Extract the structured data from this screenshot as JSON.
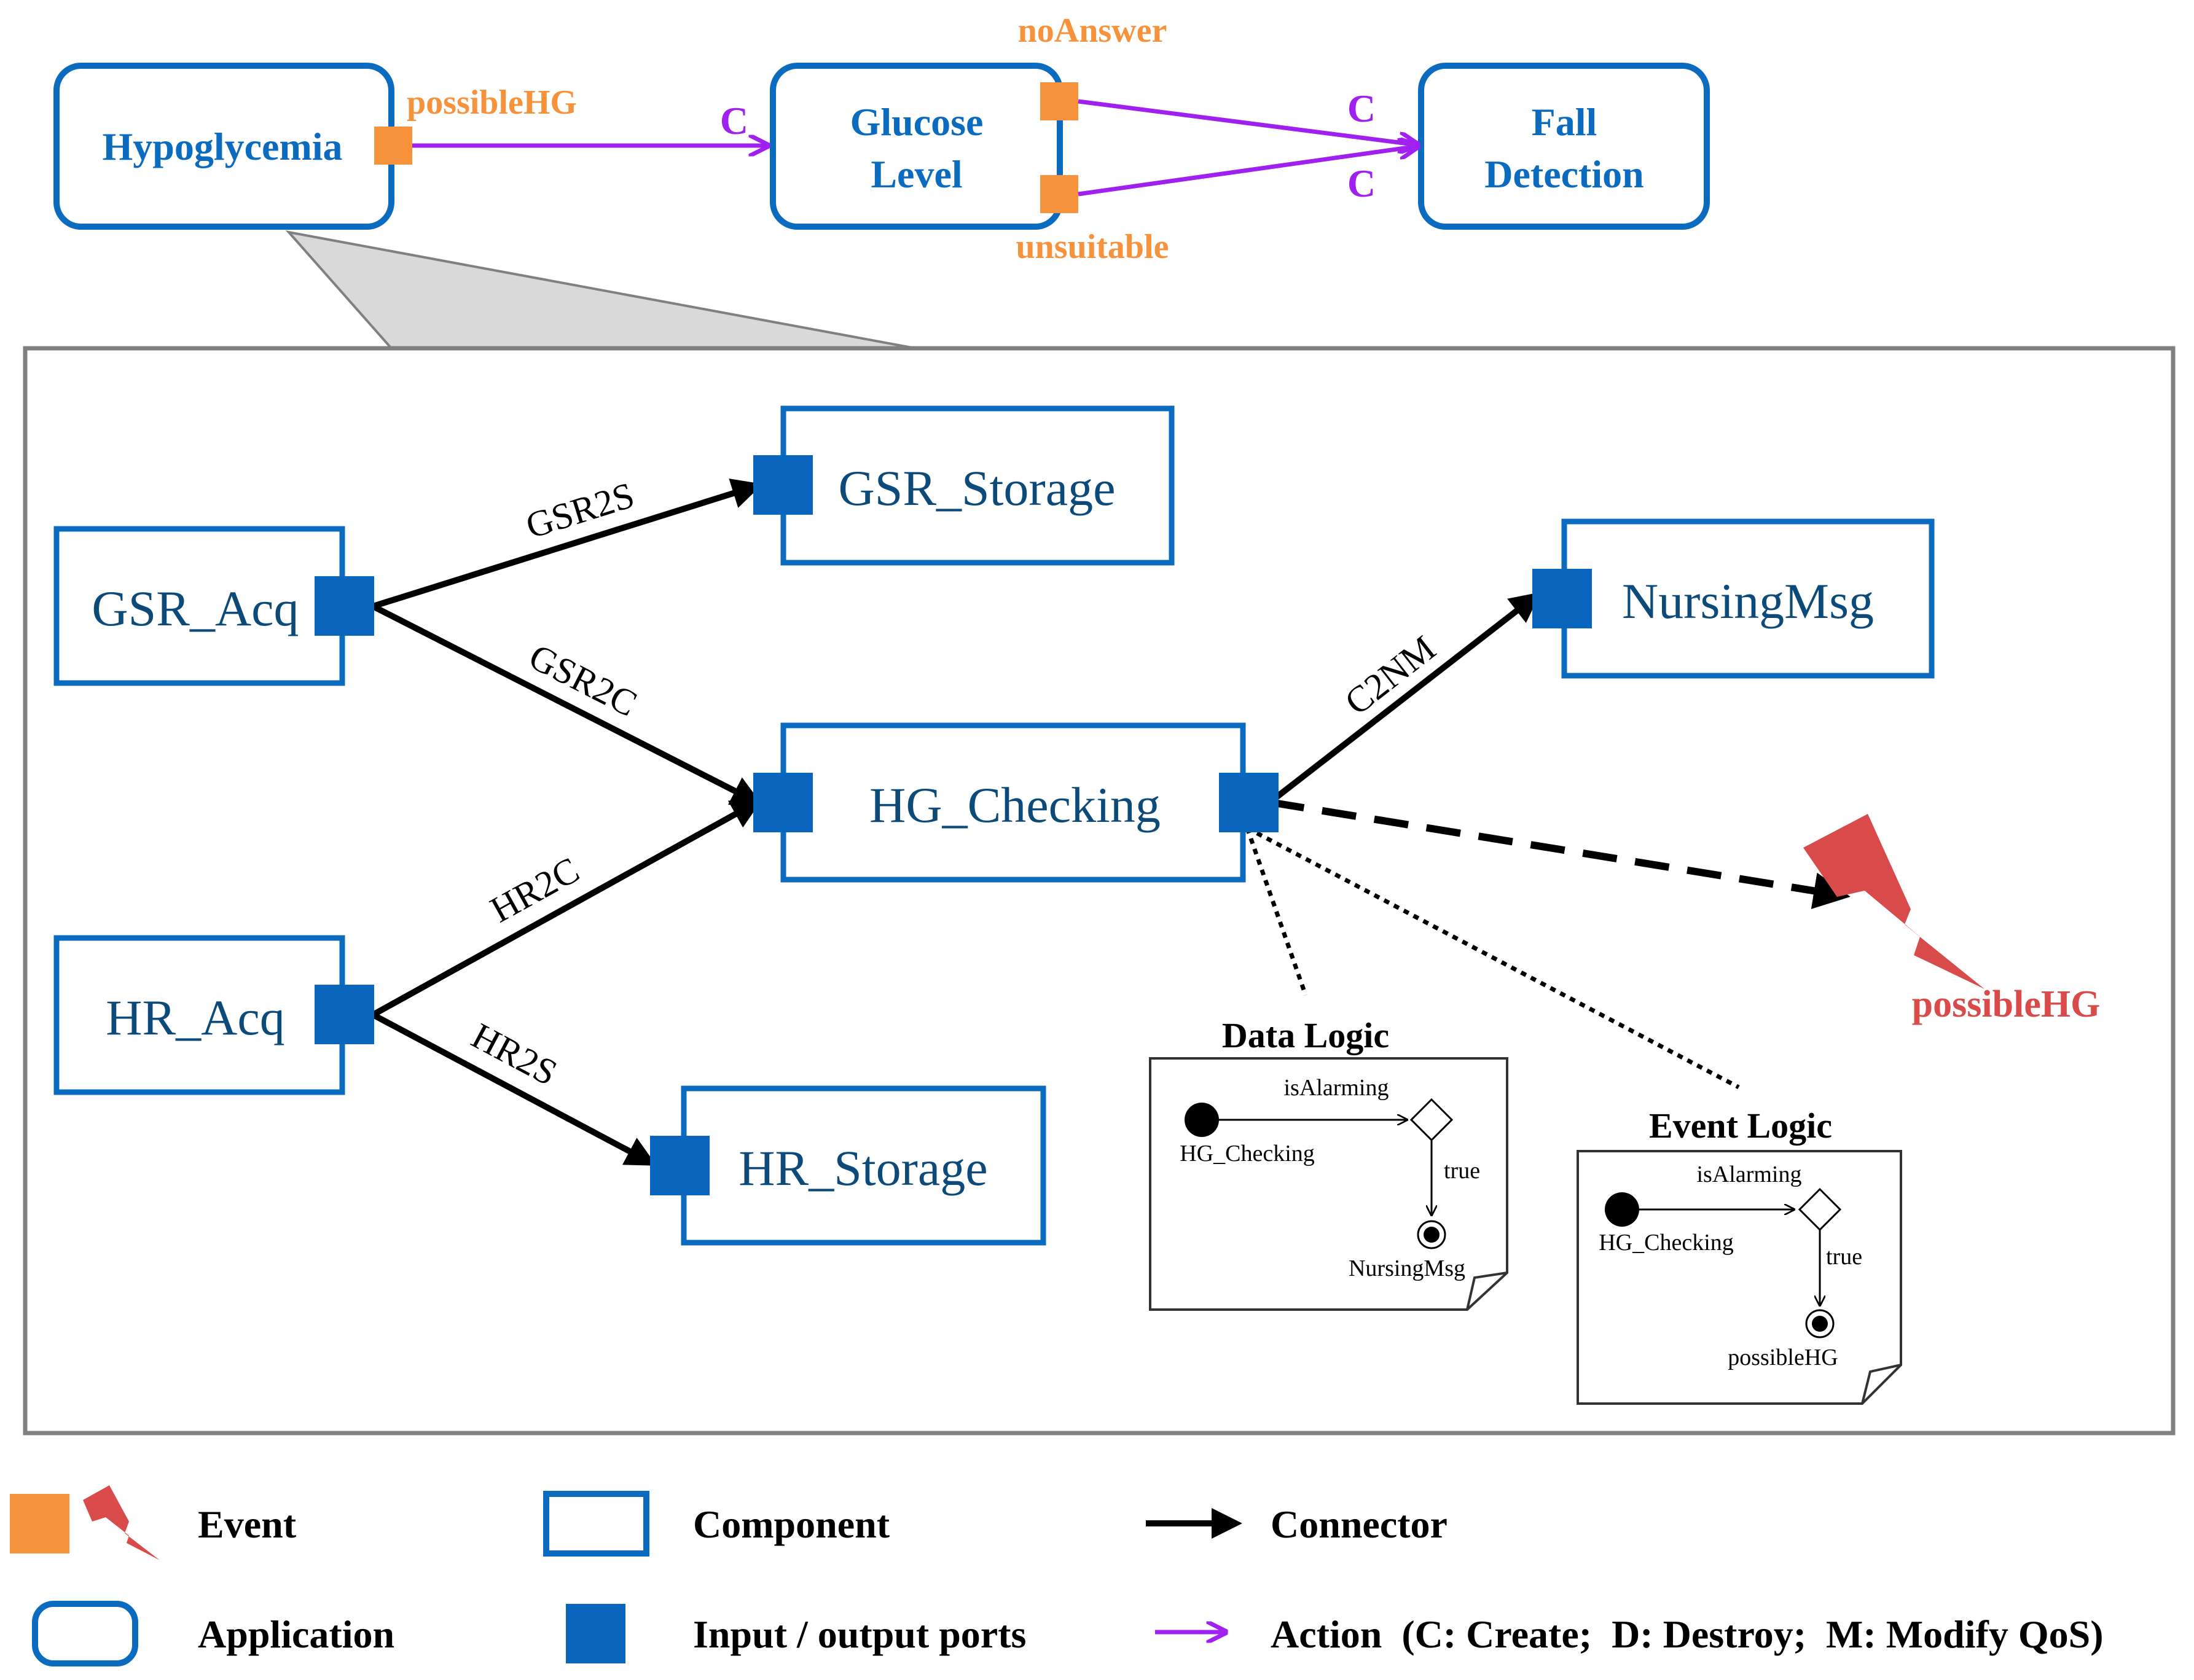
{
  "applications": {
    "hypoglycemia": "Hypoglycemia",
    "glucose_level": [
      "Glucose",
      "Level"
    ],
    "fall_detection": [
      "Fall",
      "Detection"
    ]
  },
  "app_events": {
    "possible_hg": "possibleHG",
    "no_answer": "noAnswer",
    "unsuitable": "unsuitable"
  },
  "actions": {
    "create_1": "C",
    "create_2": "C",
    "create_3": "C"
  },
  "components": {
    "gsr_storage": "GSR_Storage",
    "gsr_acq": "GSR_Acq",
    "hg_checking": "HG_Checking",
    "nursing_msg": "NursingMsg",
    "hr_acq": "HR_Acq",
    "hr_storage": "HR_Storage"
  },
  "connectors": {
    "gsr2s": "GSR2S",
    "gsr2c": "GSR2C",
    "hr2c": "HR2C",
    "hr2s": "HR2S",
    "c2nm": "C2NM"
  },
  "emitted_event": "possibleHG",
  "data_logic": {
    "title": "Data Logic",
    "source": "HG_Checking",
    "condition": "isAlarming",
    "branch": "true",
    "target": "NursingMsg"
  },
  "event_logic": {
    "title": "Event Logic",
    "source": "HG_Checking",
    "condition": "isAlarming",
    "branch": "true",
    "target": "possibleHG"
  },
  "legend": {
    "event": "Event",
    "component": "Component",
    "connector": "Connector",
    "application": "Application",
    "ports": "Input / output ports",
    "action": "Action  (C: Create;  D: Destroy;  M: Modify QoS)"
  },
  "colors": {
    "app_blue": "#0b6bbf",
    "port_blue": "#0a66bd",
    "event_orange": "#f7923c",
    "action_purple": "#a020f0",
    "event_red": "#d94b4b"
  }
}
